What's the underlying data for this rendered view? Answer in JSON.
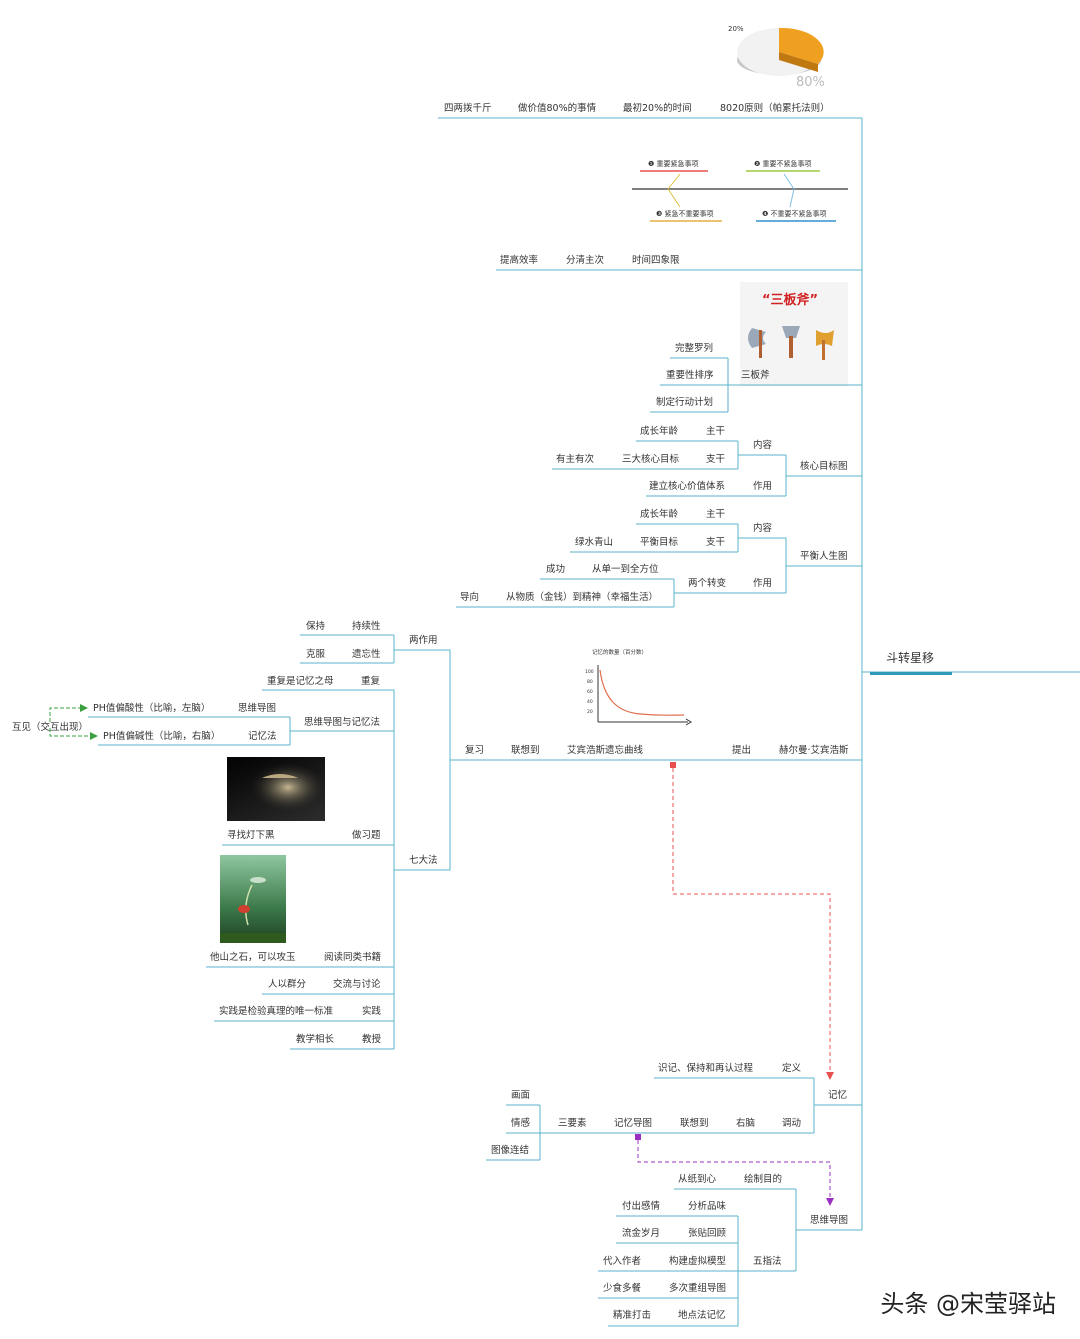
{
  "root": {
    "label": "斗转星移"
  },
  "colors": {
    "line": "#5bb3cc",
    "root_underline": "#2e9ab8",
    "red_link": "#e85050",
    "purple_link": "#9b30c0",
    "green_link": "#3aa040",
    "pie_orange": "#f0a020"
  },
  "branch_8020": {
    "pie_labels": {
      "small": "20%",
      "large": "80%"
    },
    "items": [
      "四两拨千斤",
      "做价值80%的事情",
      "最初20%的时间",
      "8020原则（帕累托法则）"
    ]
  },
  "branch_quadrant": {
    "quadrants": [
      "❶ 重要紧急事项",
      "❷ 重要不紧急事项",
      "❸ 紧急不重要事项",
      "❹ 不重要不紧急事项"
    ],
    "items": [
      "提高效率",
      "分清主次",
      "时间四象限"
    ]
  },
  "branch_axes": {
    "image_title": "“三板斧”",
    "label": "三板斧",
    "children": [
      "完整罗列",
      "重要性排序",
      "制定行动计划"
    ]
  },
  "branch_core": {
    "label": "核心目标图",
    "content": "内容",
    "trunk": "主干",
    "trunk_item": "成长年龄",
    "branch": "支干",
    "branch_item": "三大核心目标",
    "branch_sub": "有主有次",
    "role": "作用",
    "role_item": "建立核心价值体系"
  },
  "branch_balance": {
    "label": "平衡人生图",
    "content": "内容",
    "trunk": "主干",
    "trunk_item": "成长年龄",
    "branch": "支干",
    "branch_item": "平衡目标",
    "branch_sub": "绿水青山",
    "role": "作用",
    "role_item": "两个转变",
    "change1_item": "从单一到全方位",
    "change1_sub": "成功",
    "change2_item": "从物质（金钱）到精神（幸福生活）",
    "change2_sub": "导向"
  },
  "branch_ebbinghaus": {
    "chart_title": "记忆的数量（百分数）",
    "chart_ticks": [
      "100",
      "80",
      "60",
      "40",
      "20"
    ],
    "proposer": "赫尔曼·艾宾浩斯",
    "proposed": "提出",
    "curve": "艾宾浩斯遗忘曲线",
    "assoc": "联想到",
    "review": "复习",
    "two_roles": {
      "label": "两作用",
      "items": [
        {
          "name": "持续性",
          "desc": "保持"
        },
        {
          "name": "遗忘性",
          "desc": "克服"
        }
      ]
    },
    "seven": {
      "label": "七大法",
      "repeat": "重复",
      "repeat_desc": "重复是记忆之母",
      "mm_mem": "思维导图与记忆法",
      "mm": "思维导图",
      "mm_desc": "PH值偏酸性（比喻，左脑）",
      "mem": "记忆法",
      "mem_desc": "PH值偏碱性（比喻，右脑）",
      "mutual": "互见（交互出现）",
      "exercise": "做习题",
      "exercise_desc": "寻找灯下黑",
      "reading": "阅读同类书籍",
      "reading_desc": "他山之石，可以攻玉",
      "discuss": "交流与讨论",
      "discuss_desc": "人以群分",
      "practice": "实践",
      "practice_desc": "实践是检验真理的唯一标准",
      "teach": "教授",
      "teach_desc": "教学相长"
    }
  },
  "branch_memory": {
    "label": "记忆",
    "def": "定义",
    "def_desc": "识记、保持和再认过程",
    "use": "调动",
    "brain": "右脑",
    "assoc": "联想到",
    "mmap": "记忆导图",
    "three": "三要素",
    "elements": [
      "画面",
      "情感",
      "图像连结"
    ]
  },
  "branch_mindmap": {
    "label": "思维导图",
    "purpose": "绘制目的",
    "purpose_desc": "从纸到心",
    "five": "五指法",
    "fingers": [
      {
        "name": "分析品味",
        "desc": "付出感情"
      },
      {
        "name": "张贴回顾",
        "desc": "流金岁月"
      },
      {
        "name": "构建虚拟模型",
        "desc": "代入作者"
      },
      {
        "name": "多次重组导图",
        "desc": "少食多餐"
      },
      {
        "name": "地点法记忆",
        "desc": "精准打击"
      }
    ]
  },
  "watermark": "头条 @宋莹驿站"
}
